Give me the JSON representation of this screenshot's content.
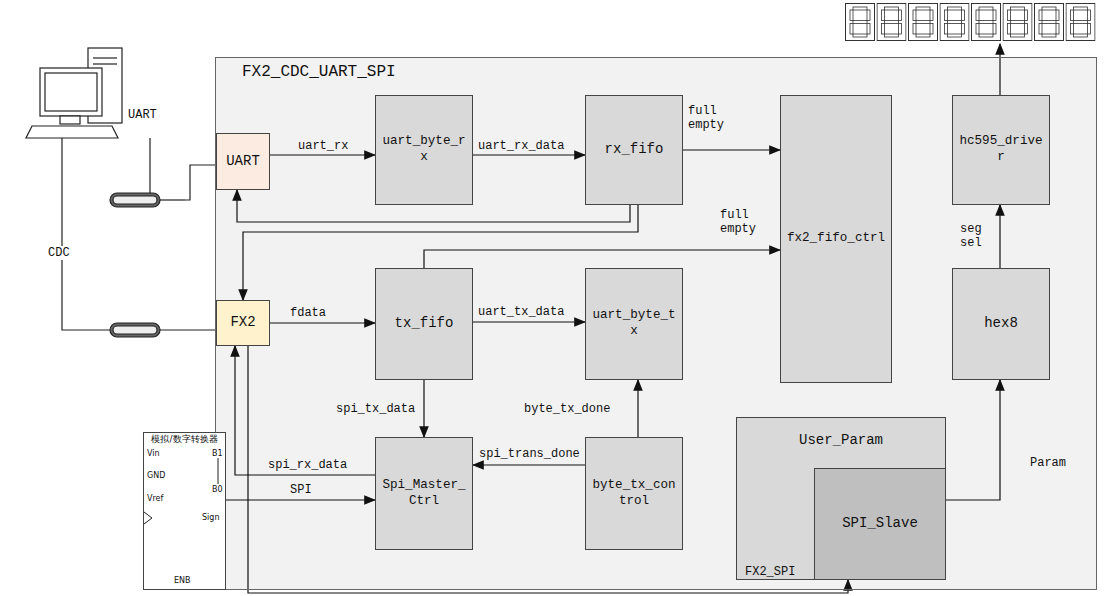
{
  "diagram": {
    "nodes": [
      {
        "text": [
          "FX2_CDC_UART_SPI"
        ]
      },
      {
        "text": [
          "UART"
        ],
        "in": 0
      },
      {
        "text": [
          "uart_byte_rx"
        ],
        "in": 0
      },
      {
        "text": [
          "rx_fifo"
        ],
        "in": 0
      },
      {
        "text": [
          "fx2_fifo_ctrl"
        ],
        "in": 0
      },
      {
        "text": [
          "hc595_driver"
        ],
        "in": 0
      },
      {
        "text": [
          "FX2"
        ],
        "in": 0
      },
      {
        "text": [
          "tx_fifo"
        ],
        "in": 0
      },
      {
        "text": [
          "uart_byte_tx"
        ],
        "in": 0
      },
      {
        "text": [
          "hex8"
        ],
        "in": 0
      },
      {
        "text": [
          "Spi_Master_Ctrl"
        ],
        "in": 0
      },
      {
        "text": [
          "byte_tx_control"
        ],
        "in": 0
      },
      {
        "text": [
          "User_Param"
        ],
        "in": 0
      },
      {
        "text": [
          "SPI_Slave"
        ],
        "in": 12
      },
      {
        "text": [
          "模拟/数字转换器"
        ]
      }
    ],
    "edges": [
      {
        "from": 1,
        "to": 2,
        "arrow": "to",
        "label": "uart_rx"
      },
      {
        "from": 2,
        "to": 3,
        "arrow": "to",
        "label": "uart_rx_data"
      },
      {
        "from": 3,
        "to": 4,
        "arrow": "to",
        "label": "full empty"
      },
      {
        "from": 7,
        "to": 4,
        "arrow": "to",
        "label": "full empty"
      },
      {
        "from": 3,
        "to": 1,
        "arrow": "to"
      },
      {
        "from": 3,
        "to": 6,
        "arrow": "to"
      },
      {
        "from": 6,
        "to": 7,
        "arrow": "to",
        "label": "fdata"
      },
      {
        "from": 7,
        "to": 8,
        "arrow": "to",
        "label": "uart_tx_data"
      },
      {
        "from": 7,
        "to": 10,
        "arrow": "to",
        "label": "spi_tx_data"
      },
      {
        "from": 11,
        "to": 8,
        "arrow": "to",
        "label": "byte_tx_done"
      },
      {
        "from": 11,
        "to": 10,
        "arrow": "to",
        "label": "spi_trans_done"
      },
      {
        "from": 10,
        "to": 6,
        "arrow": "to",
        "label": "spi_rx_data"
      },
      {
        "from": 14,
        "to": 10,
        "arrow": "to",
        "label": "SPI"
      },
      {
        "from": 13,
        "to": 9,
        "arrow": "to",
        "label": "Param"
      },
      {
        "from": 9,
        "to": 5,
        "arrow": "to",
        "label": "seg sel"
      },
      {
        "from": 6,
        "to": 13,
        "arrow": "to"
      }
    ],
    "labels": [
      "UART",
      "CDC",
      "FX2_SPI",
      "Vin",
      "GND",
      "Vref",
      "Sign",
      "B1",
      "B0",
      "ENB"
    ]
  }
}
